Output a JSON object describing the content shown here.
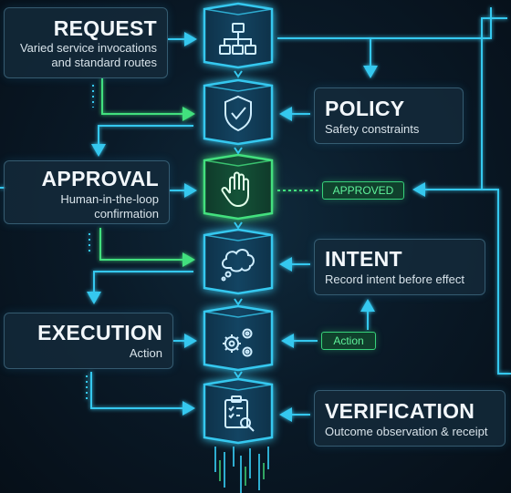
{
  "stages": [
    {
      "title": "REQUEST",
      "subtitle": [
        "Varied service invocations",
        "and standard routes"
      ],
      "icon": "hierarchy-icon",
      "side": "left"
    },
    {
      "title": "POLICY",
      "subtitle": [
        "Safety constraints"
      ],
      "icon": "shield-check-icon",
      "side": "right"
    },
    {
      "title": "APPROVAL",
      "subtitle": [
        "Human-in-the-loop",
        "confirmation"
      ],
      "icon": "hand-icon",
      "side": "left"
    },
    {
      "title": "INTENT",
      "subtitle": [
        "Record intent before effect"
      ],
      "icon": "thought-cloud-icon",
      "side": "right"
    },
    {
      "title": "EXECUTION",
      "subtitle": [
        "Action"
      ],
      "icon": "gears-icon",
      "side": "left"
    },
    {
      "title": "VERIFICATION",
      "subtitle": [
        "Outcome observation & receipt"
      ],
      "icon": "clipboard-search-icon",
      "side": "right"
    }
  ],
  "tags": {
    "approved": "APPROVED",
    "action": "Action"
  },
  "colors": {
    "cyan": "#35c8ef",
    "green": "#43e07e",
    "bg": "#0a1a28"
  }
}
